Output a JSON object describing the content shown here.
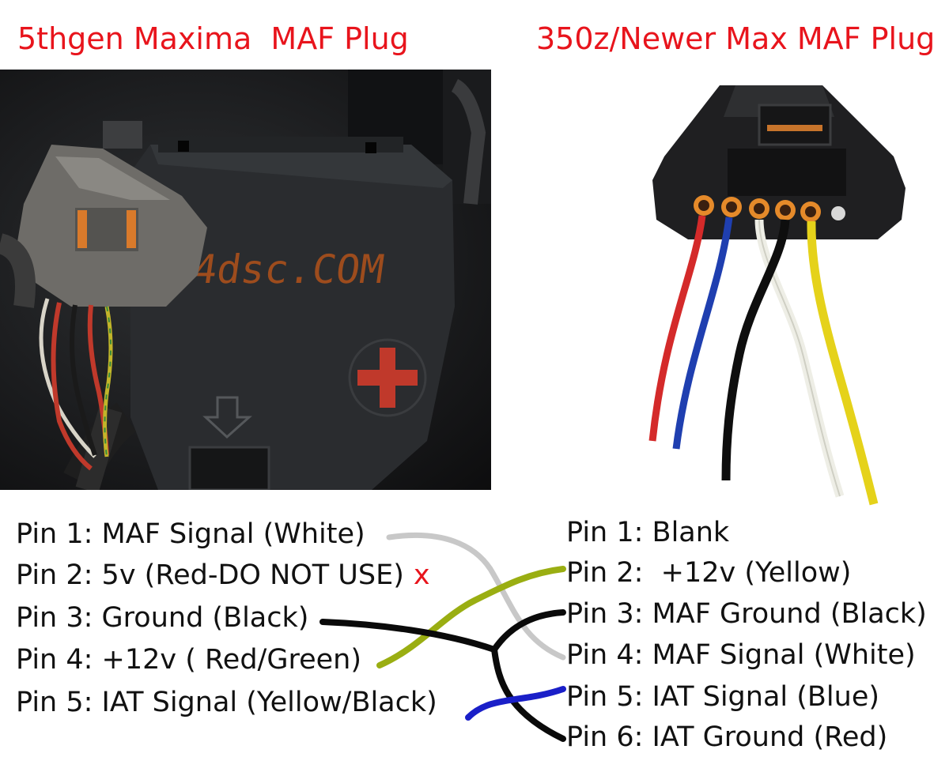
{
  "titles": {
    "left": "5thgen Maxima  MAF Plug",
    "right": "350z/Newer Max MAF Plug"
  },
  "photo_left": {
    "watermark": "y4dsc.COM"
  },
  "left_pins": [
    {
      "label": "Pin 1: MAF Signal (White)"
    },
    {
      "label": "Pin 2: 5v (Red-DO NOT USE)",
      "mark": "x"
    },
    {
      "label": "Pin 3: Ground (Black)"
    },
    {
      "label": "Pin 4: +12v ( Red/Green)"
    },
    {
      "label": "Pin 5: IAT Signal (Yellow/Black)"
    }
  ],
  "right_pins": [
    {
      "label": "Pin 1: Blank"
    },
    {
      "label": "Pin 2:  +12v (Yellow)"
    },
    {
      "label": "Pin 3: MAF Ground (Black)"
    },
    {
      "label": "Pin 4: MAF Signal (White)"
    },
    {
      "label": "Pin 5: IAT Signal (Blue)"
    },
    {
      "label": "Pin 6: IAT Ground (Red)"
    }
  ],
  "colors": {
    "title": "#e8141c",
    "wire_white": "#c8c8c8",
    "wire_yellowgreen": "#9aae12",
    "wire_black": "#0a0a0a",
    "wire_blue": "#1a1fc8"
  }
}
